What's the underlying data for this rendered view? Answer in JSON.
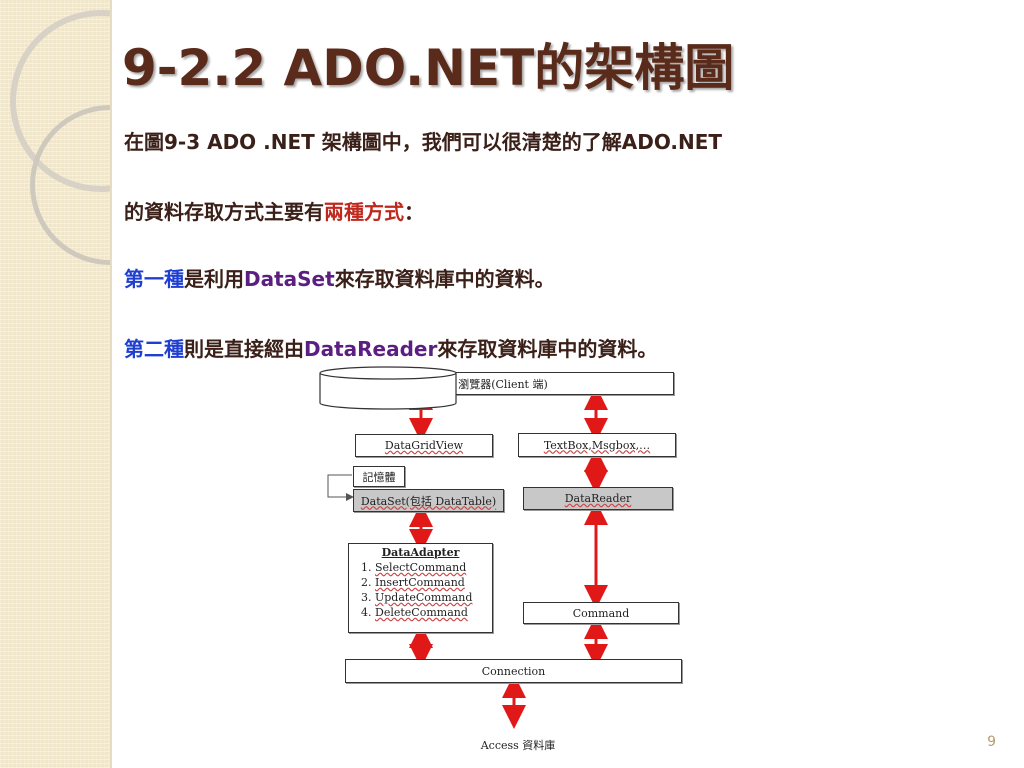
{
  "title": "9-2.2   ADO.NET的架構圖",
  "para": {
    "line1": "在圖9-3  ADO .NET 架構圖中，我們可以很清楚的了解ADO.NET",
    "line2_prefix": "的資料存取方式主要有",
    "line2_highlight": "兩種方式",
    "line2_suffix": "：",
    "line3_first": "第一種",
    "line3_mid": "是利用",
    "line3_dataset": "DataSet",
    "line3_end": "來存取資料庫中的資料。",
    "line4_second": "第二種",
    "line4_mid": "則是直接經由",
    "line4_reader": "DataReader",
    "line4_end": "來存取資料庫中的資料。"
  },
  "diagram": {
    "browser": "瀏覽器(Client 端)",
    "datagridview": "DataGridView",
    "textbox": "TextBox,Msgbox,…",
    "memory": "記憶體",
    "dataset": "DataSet(包括 DataTable)",
    "datareader": "DataReader",
    "adapter_title": "DataAdapter",
    "adapter_items": [
      "SelectCommand",
      "InsertCommand",
      "UpdateCommand",
      "DeleteCommand"
    ],
    "command": "Command",
    "connection": "Connection",
    "database": "Access  資料庫"
  },
  "colors": {
    "title": "#5a2a1a",
    "highlight_blue": "#1f3fd0",
    "highlight_purple": "#5b1f82",
    "highlight_red": "#c0281e",
    "arrow": "#e01818"
  },
  "page_number": "9"
}
